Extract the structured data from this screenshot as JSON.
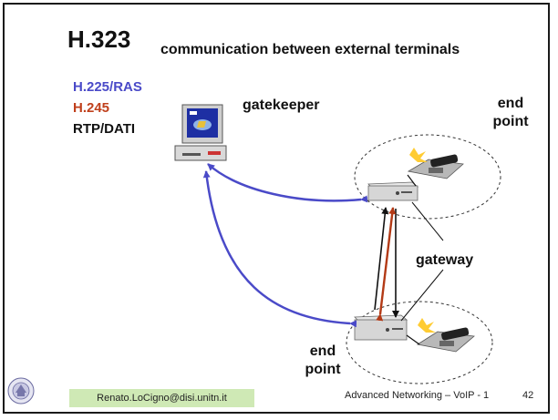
{
  "title": "H.323",
  "subtitle": "communication between external terminals",
  "legend": [
    {
      "text": "H.225/RAS",
      "color": "#4a4ac8"
    },
    {
      "text": "H.245",
      "color": "#c0401c"
    },
    {
      "text": "RTP/DATI",
      "color": "#111111"
    }
  ],
  "labels": {
    "gatekeeper": "gatekeeper",
    "end_point_top_1": "end",
    "end_point_top_2": "point",
    "gateway": "gateway",
    "end_point_bottom_1": "end",
    "end_point_bottom_2": "point"
  },
  "footer": {
    "email": "Renato.LoCigno@disi.unitn.it",
    "course": "Advanced Networking – VoIP - 1",
    "page": "42"
  },
  "colors": {
    "ras": "#4a4ac8",
    "h245": "#b33a16",
    "rtp": "#111111",
    "email_bg": "#cfe9b5"
  }
}
